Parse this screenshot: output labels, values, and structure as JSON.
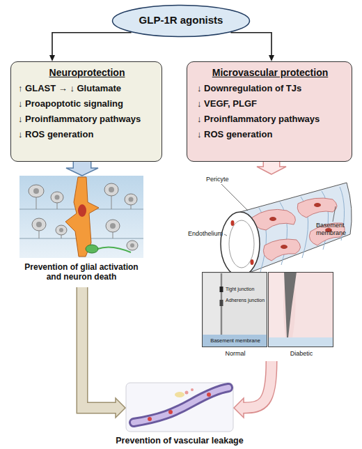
{
  "diagram": {
    "nodes": [
      {
        "text": [
          "GLP-1R agonists"
        ]
      },
      {
        "text": [
          "Neuroprotection",
          "↑ GLAST → ↓ Glutamate",
          "↓ Proapoptotic signaling",
          "↓ Proinflammatory pathways",
          "↓ ROS generation"
        ]
      },
      {
        "text": [
          "Microvascular protection",
          "↓ Downregulation of TJs",
          "↓ VEGF, PLGF",
          "↓ Proinflammatory pathways",
          "↓ ROS generation"
        ]
      },
      {
        "text": [
          "Prevention of glial activation and neuron death"
        ]
      },
      {
        "text": [
          "Pericyte",
          "Endothelium",
          "Basement membrane"
        ]
      },
      {
        "text": [
          "Tight junction",
          "Adherens junction",
          "Basement membrane",
          "Normal"
        ],
        "in": 4
      },
      {
        "text": [
          "Diabetic"
        ],
        "in": 4
      },
      {
        "text": [
          "Prevention of vascular leakage"
        ]
      }
    ],
    "edges": [
      {
        "from": 0,
        "to": 1,
        "arrow": "to"
      },
      {
        "from": 0,
        "to": 2,
        "arrow": "to"
      },
      {
        "from": 1,
        "to": 3,
        "arrow": "to"
      },
      {
        "from": 2,
        "to": 4,
        "arrow": "to"
      },
      {
        "from": 3,
        "to": 7,
        "arrow": "to"
      },
      {
        "from": 4,
        "to": 7,
        "arrow": "to"
      }
    ]
  }
}
